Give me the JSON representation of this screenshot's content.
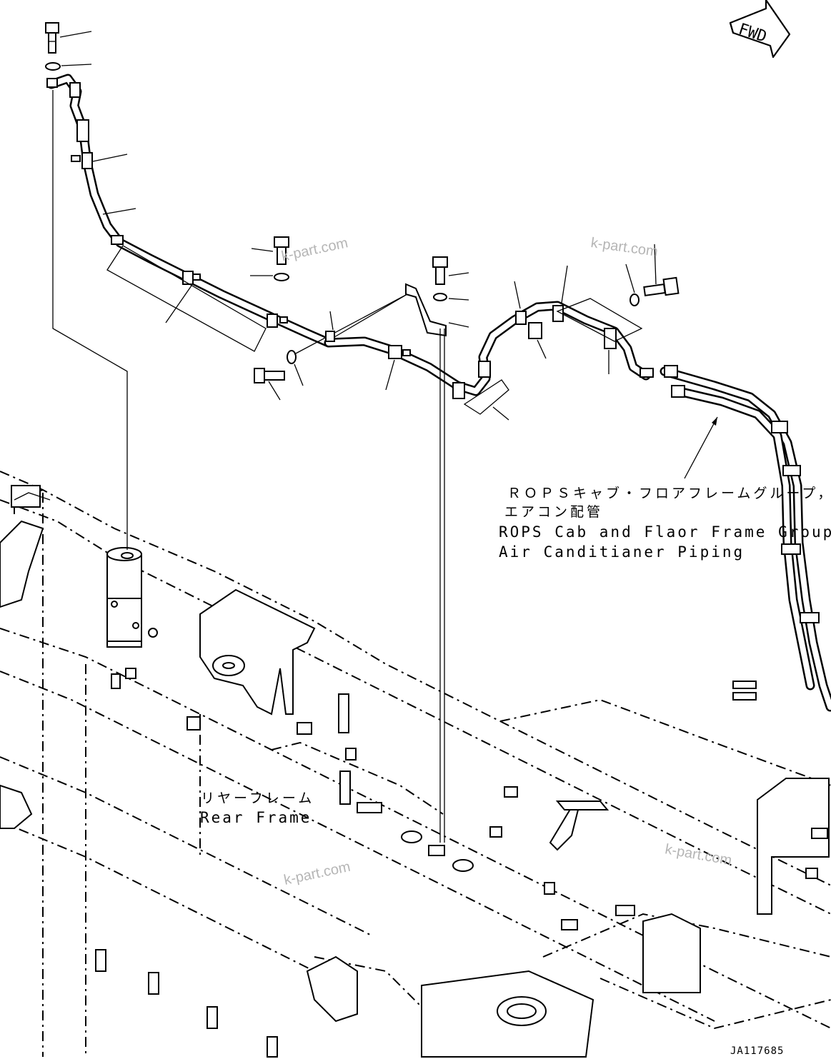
{
  "diagram": {
    "direction_badge": "FWD",
    "drawing_code": "JA117685",
    "callouts": [
      {
        "id": "rops-cab-group",
        "jp": "ＲＯＰＳキャブ・フロアフレームグループ，",
        "jp2": "エアコン配管",
        "en": "ROPS Cab and Flaor Frame Group,",
        "en2": "Air Canditianer Piping"
      },
      {
        "id": "rear-frame",
        "jp": "リヤーフレーム",
        "en": "Rear Frame"
      }
    ],
    "watermarks": [
      "k-part.com",
      "k-part.com",
      "k-part.com",
      "k-part.com"
    ]
  }
}
